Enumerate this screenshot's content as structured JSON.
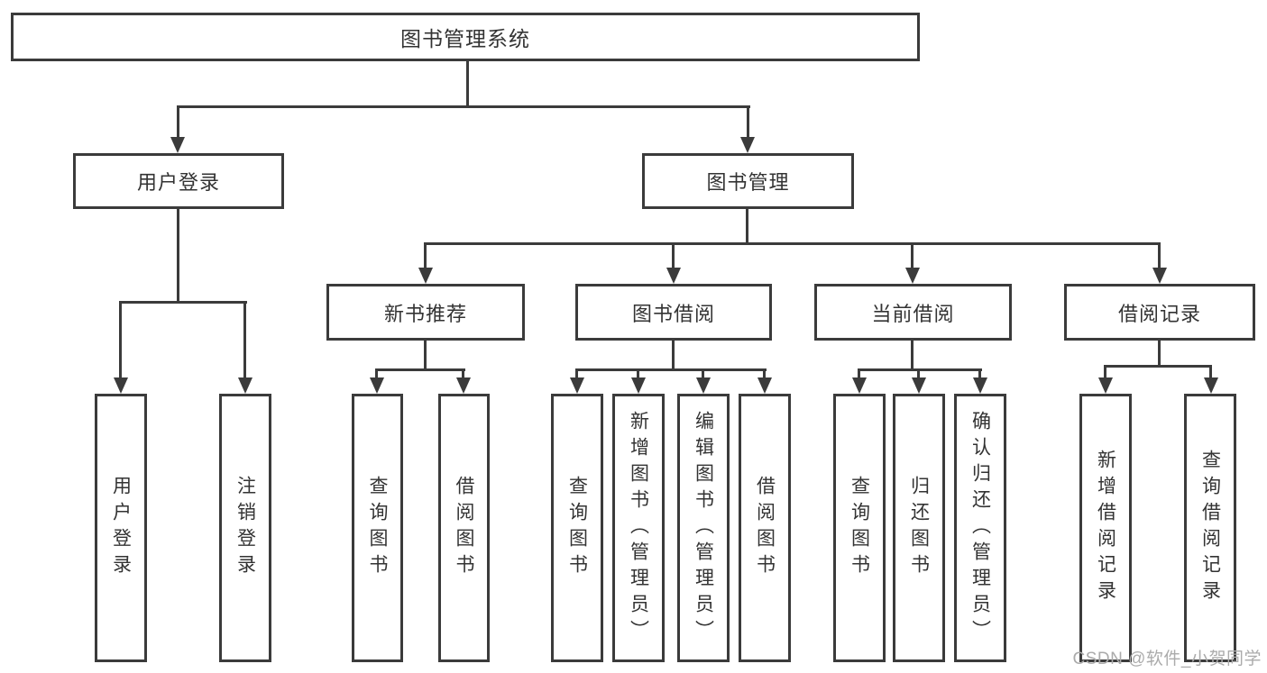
{
  "diagram": {
    "type": "hierarchy-chart",
    "colors": {
      "background": "#ffffff",
      "border": "#3b3b3b",
      "line": "#3b3b3b",
      "text": "#333333",
      "watermark": "#ababab"
    },
    "tree": {
      "label": "图书管理系统",
      "children": [
        {
          "label": "用户登录",
          "children": [
            {
              "label": "用户登录"
            },
            {
              "label": "注销登录"
            }
          ]
        },
        {
          "label": "图书管理",
          "children": [
            {
              "label": "新书推荐",
              "children": [
                {
                  "label": "查询图书"
                },
                {
                  "label": "借阅图书"
                }
              ]
            },
            {
              "label": "图书借阅",
              "children": [
                {
                  "label": "查询图书"
                },
                {
                  "label": "新增图书（管理员）"
                },
                {
                  "label": "编辑图书（管理员）"
                },
                {
                  "label": "借阅图书"
                }
              ]
            },
            {
              "label": "当前借阅",
              "children": [
                {
                  "label": "查询图书"
                },
                {
                  "label": "归还图书"
                },
                {
                  "label": "确认归还（管理员）"
                }
              ]
            },
            {
              "label": "借阅记录",
              "children": [
                {
                  "label": "新增借阅记录"
                },
                {
                  "label": "查询借阅记录"
                }
              ]
            }
          ]
        }
      ]
    },
    "watermark": "CSDN @软件_小贺同学"
  }
}
